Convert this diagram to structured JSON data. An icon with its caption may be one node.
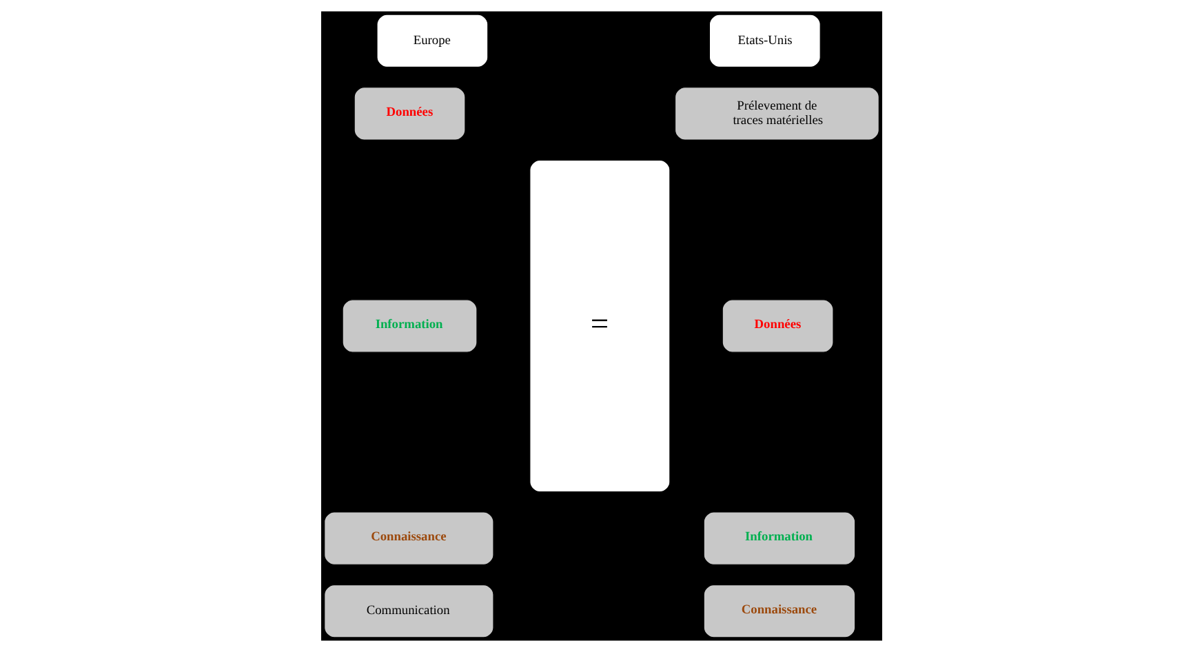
{
  "diagram": {
    "nodes": [
      {
        "text": [
          "Europe"
        ]
      },
      {
        "text": [
          "Données"
        ]
      },
      {
        "text": [
          "Information"
        ]
      },
      {
        "text": [
          "Connaissance"
        ]
      },
      {
        "text": [
          "Communication"
        ]
      },
      {
        "text": [
          "="
        ]
      },
      {
        "text": [
          "Etats-Unis"
        ]
      },
      {
        "text": [
          "Prélevement de traces matérielles"
        ]
      },
      {
        "text": [
          "Données"
        ]
      },
      {
        "text": [
          "Information"
        ]
      },
      {
        "text": [
          "Connaissance"
        ]
      }
    ],
    "edges": []
  }
}
